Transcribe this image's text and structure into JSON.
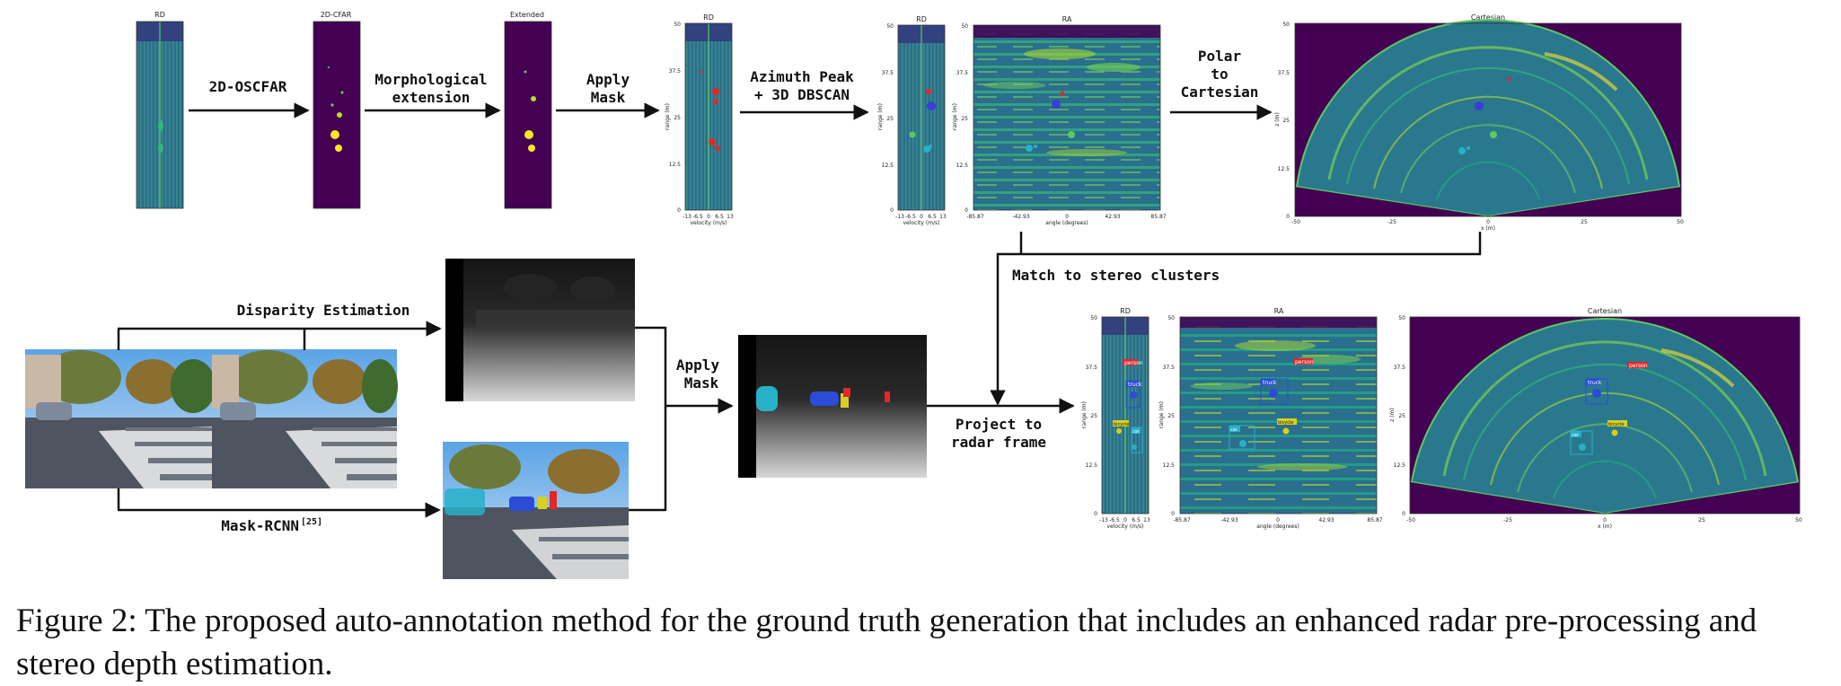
{
  "pipeline_top": {
    "panel_titles": {
      "rd": "RD",
      "cfar": "2D-CFAR",
      "extended": "Extended",
      "rd_masked": "RD",
      "rd_cluster": "RD",
      "ra_cluster": "RA",
      "cartesian": "Cartesian"
    },
    "steps": {
      "oscfar": "2D-OSCFAR",
      "morph_1": "Morphological",
      "morph_2": "extension",
      "mask_1": "Apply",
      "mask_2": "Mask",
      "azimuth_1": "Azimuth Peak",
      "azimuth_2": "+ 3D DBSCAN",
      "polar_1": "Polar",
      "polar_2": "to",
      "polar_3": "Cartesian"
    }
  },
  "pipeline_bottom": {
    "disparity": "Disparity Estimation",
    "maskrcnn": "Mask-RCNN",
    "maskrcnn_ref": "[25]",
    "apply_mask_1": "Apply",
    "apply_mask_2": "Mask",
    "project_1": "Project to",
    "project_2": "radar frame",
    "match": "Match to stereo clusters"
  },
  "axes": {
    "range_label": "range (m)",
    "velocity_label": "velocity (m/s)",
    "angle_label": "angle (degrees)",
    "z_label": "z (m)",
    "x_label": "x (m)",
    "range_ticks": [
      "50",
      "37.5",
      "25",
      "12.5",
      "0"
    ],
    "velocity_ticks": [
      "-13",
      "-6.5",
      "0",
      "6.5",
      "13"
    ],
    "angle_ticks": [
      "-85.87",
      "-42.93",
      "0",
      "42.93",
      "85.87"
    ],
    "x_ticks": [
      "-50",
      "-25",
      "0",
      "25",
      "50"
    ]
  },
  "result_labels": {
    "person": "person",
    "truck": "truck",
    "bicycle": "bicycle",
    "car": "car"
  },
  "colors": {
    "viridis_dark": "#440154",
    "viridis_mid": "#21918c",
    "viridis_green": "#5ec962",
    "viridis_yellow": "#fde725",
    "person": "#e0282a",
    "truck": "#2b4cd6",
    "bicycle": "#d8d020",
    "car": "#27b0c8"
  },
  "caption": "Figure 2: The proposed auto-annotation method for the ground truth generation that includes an enhanced radar pre-processing and stereo depth estimation."
}
